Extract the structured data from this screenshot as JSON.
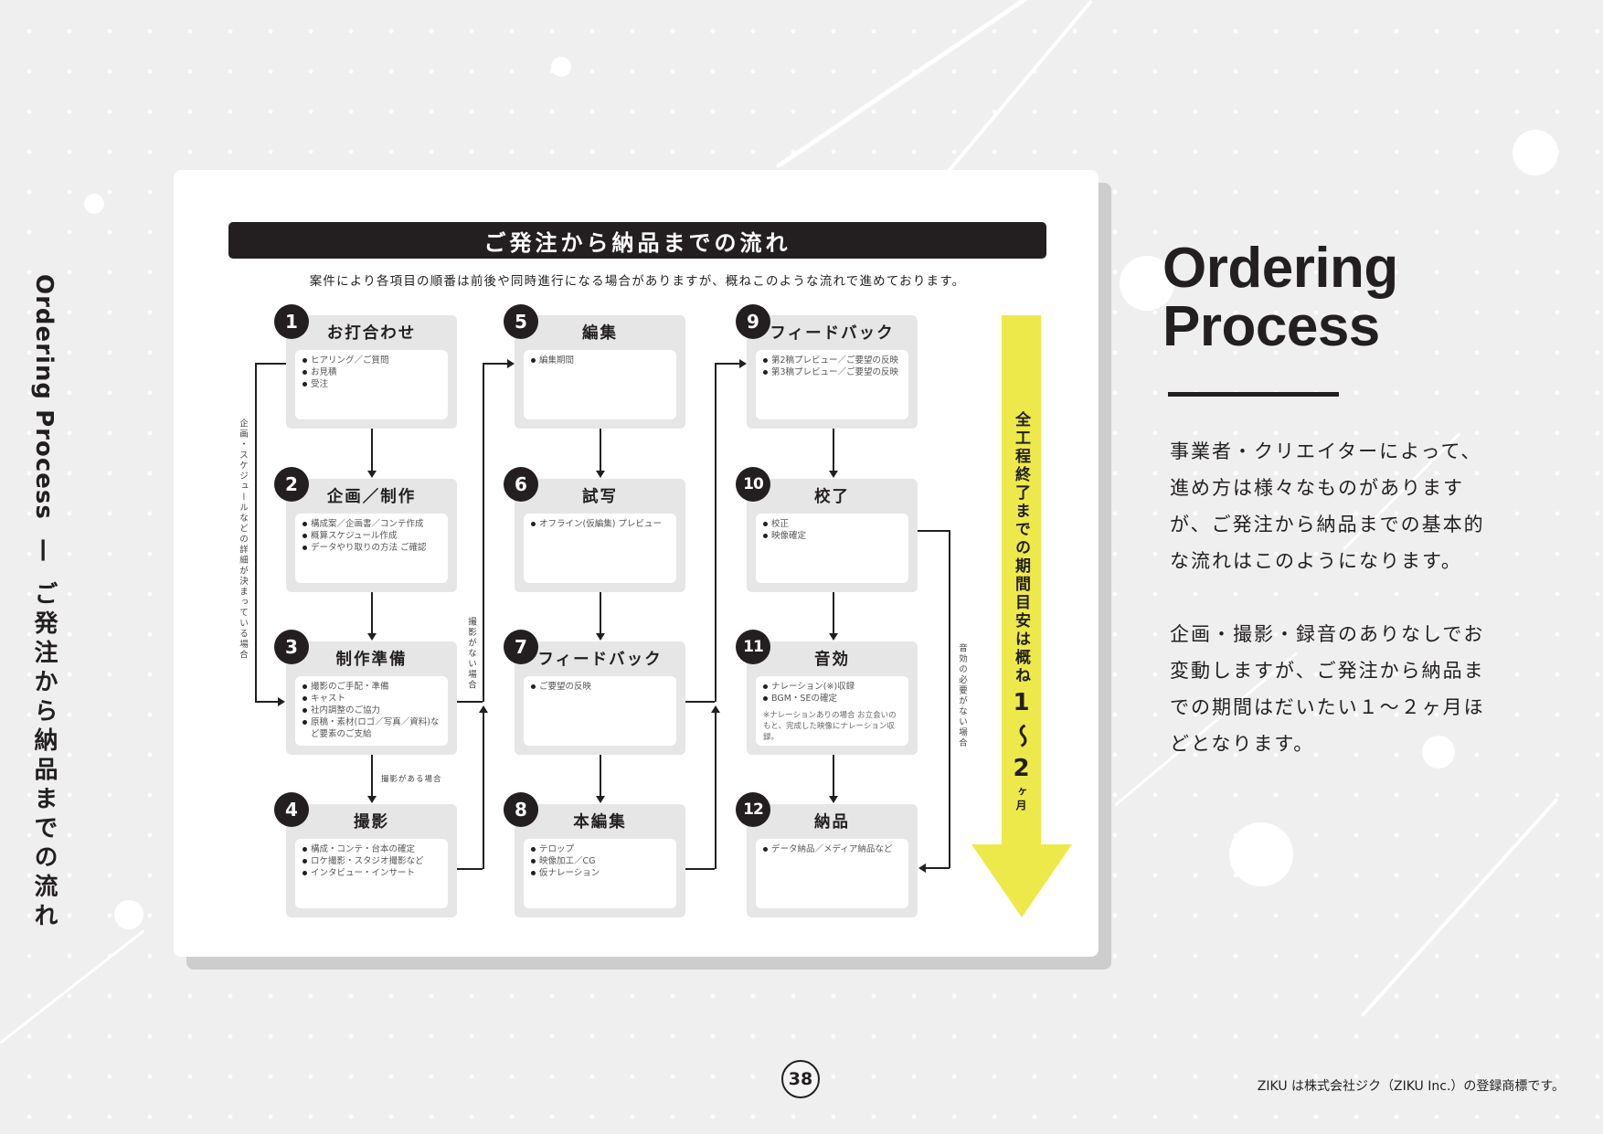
{
  "side_title": {
    "en": "Ordering Process",
    "separator": "—",
    "jp": "ご発注から納品までの流れ"
  },
  "diagram": {
    "title": "ご発注から納品までの流れ",
    "subtitle": "案件により各項目の順番は前後や同時進行になる場合がありますが、概ねこのような流れで進めております。",
    "steps": [
      {
        "num": "1",
        "title": "お打合わせ",
        "items": [
          "ヒアリング／ご質問",
          "お見積",
          "受注"
        ]
      },
      {
        "num": "2",
        "title": "企画／制作",
        "items": [
          "構成案／企画書／コンテ作成",
          "概算スケジュール作成",
          "データやり取りの方法 ご確認"
        ]
      },
      {
        "num": "3",
        "title": "制作準備",
        "items": [
          "撮影のご手配・準備",
          "キャスト",
          "社内調整のご協力",
          "原稿・素材(ロゴ／写真／資料)など要素のご支給"
        ]
      },
      {
        "num": "4",
        "title": "撮影",
        "items": [
          "構成・コンテ・台本の確定",
          "ロケ撮影・スタジオ撮影など",
          "インタビュー・インサート"
        ]
      },
      {
        "num": "5",
        "title": "編集",
        "items": [
          "編集期間"
        ]
      },
      {
        "num": "6",
        "title": "試写",
        "items": [
          "オフライン(仮編集) プレビュー"
        ]
      },
      {
        "num": "7",
        "title": "フィードバック",
        "items": [
          "ご要望の反映"
        ]
      },
      {
        "num": "8",
        "title": "本編集",
        "items": [
          "テロップ",
          "映像加工／CG",
          "仮ナレーション"
        ]
      },
      {
        "num": "9",
        "title": "フィードバック",
        "items": [
          "第2稿プレビュー／ご要望の反映",
          "第3稿プレビュー／ご要望の反映"
        ]
      },
      {
        "num": "10",
        "title": "校了",
        "items": [
          "校正",
          "映像確定"
        ]
      },
      {
        "num": "11",
        "title": "音効",
        "items": [
          "ナレーション(※)収録",
          "BGM・SEの確定"
        ],
        "note": "※ナレーションありの場合 お立会いのもと、完成した映像にナレーション収録。"
      },
      {
        "num": "12",
        "title": "納品",
        "items": [
          "データ納品／メディア納品など"
        ]
      }
    ],
    "branch_labels": {
      "planning_decided": "企画・スケジュールなどの詳細が決まっている場合",
      "with_shooting": "撮影がある場合",
      "no_shooting": "撮影がない場合",
      "no_sound": "音効の必要がない場合"
    },
    "duration_arrow": {
      "prefix": "全工程終了までの期間目安は概ね",
      "from": "1",
      "tilde": "〜",
      "to": "2",
      "unit_small": "ヶ",
      "unit": "月",
      "color": "#eee94a"
    }
  },
  "right_panel": {
    "heading_line1": "Ordering",
    "heading_line2": "Process",
    "paragraph1": "事業者・クリエイターによって、進め方は様々なものがありますが、ご発注から納品までの基本的な流れはこのようになります。",
    "paragraph2": "企画・撮影・録音のありなしでお変動しますが、ご発注から納品までの期間はだいたい１〜２ヶ月ほどとなります。"
  },
  "footer": {
    "page_number": "38",
    "trademark": "ZIKU は株式会社ジク（ZIKU Inc.）の登録商標です。"
  }
}
